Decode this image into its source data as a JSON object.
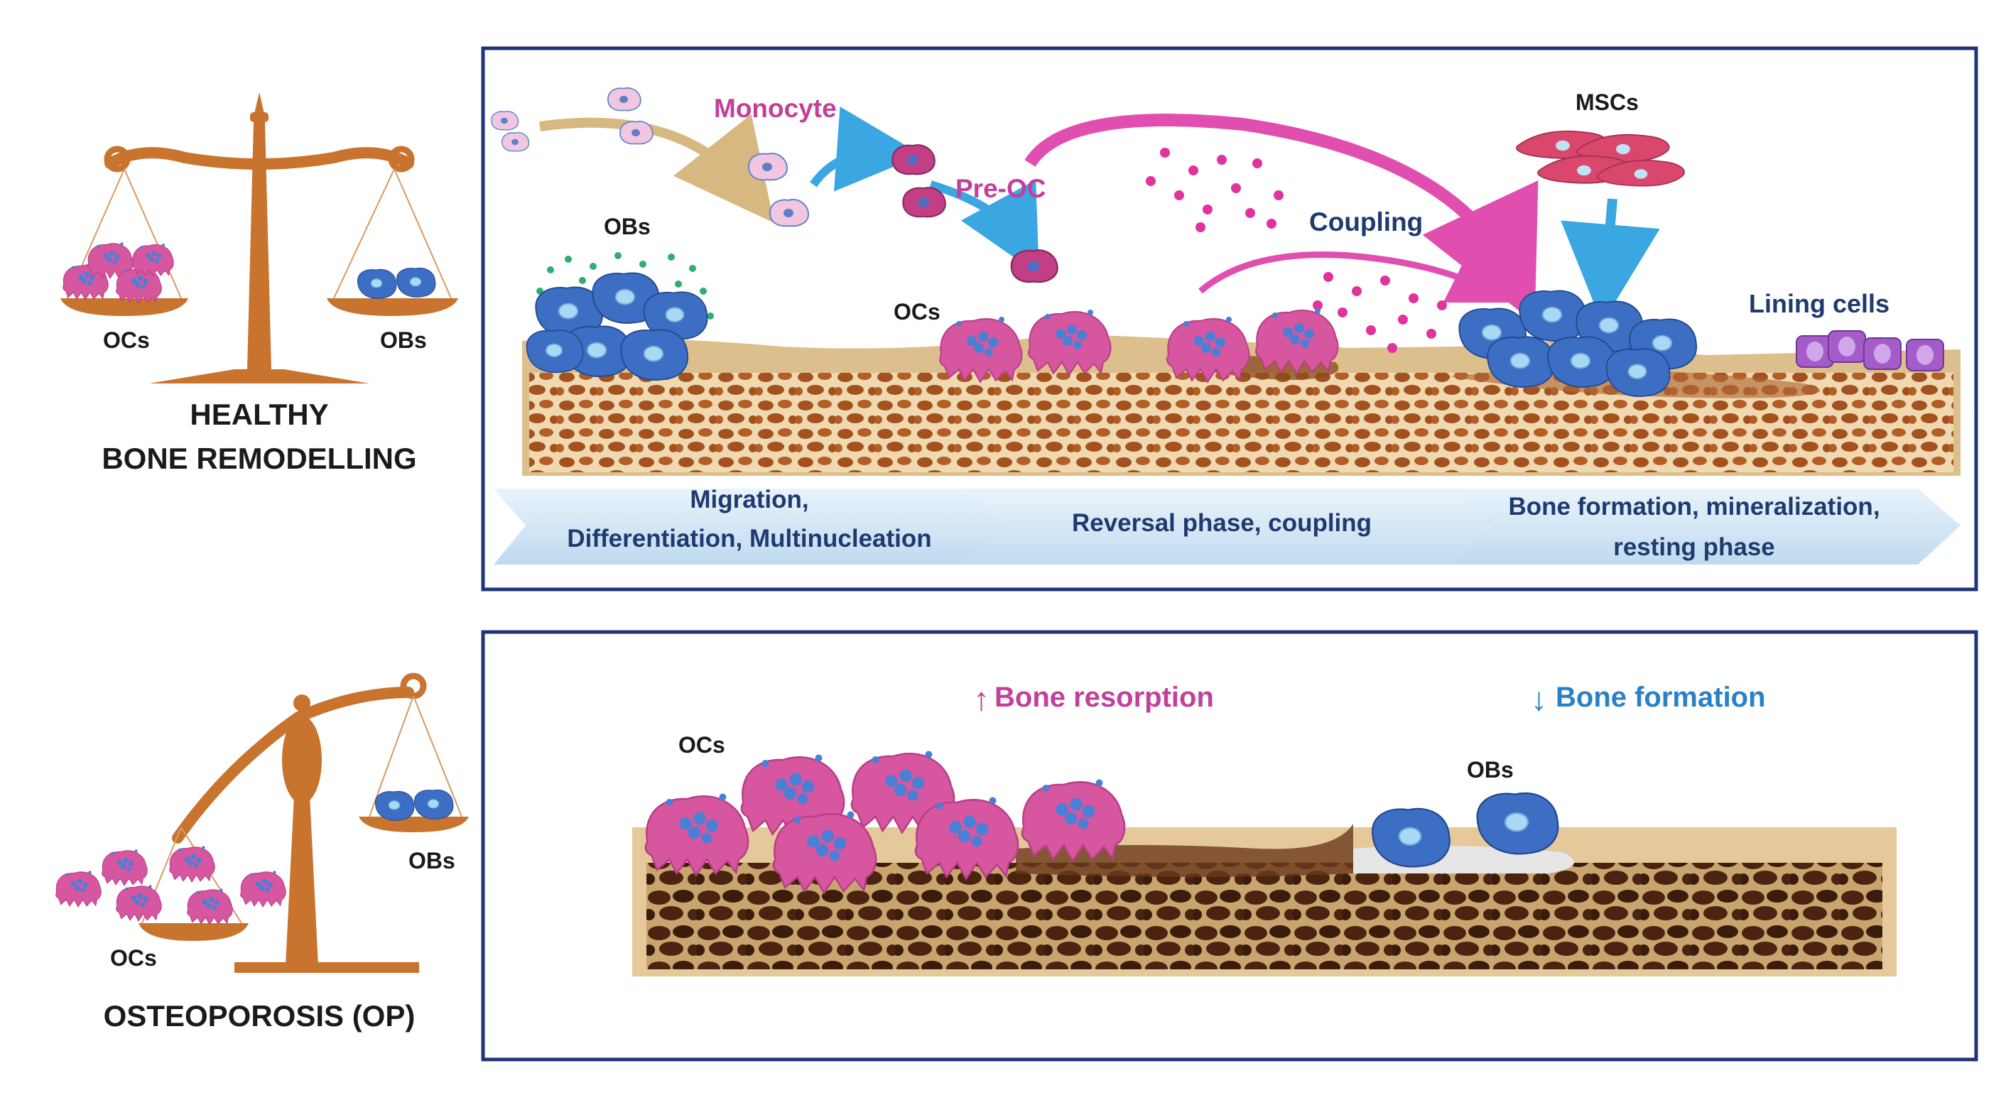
{
  "healthy": {
    "title_line1": "HEALTHY",
    "title_line2": "BONE REMODELLING",
    "scale_left_label": "OCs",
    "scale_right_label": "OBs"
  },
  "osteoporosis": {
    "title": "OSTEOPOROSIS (OP)",
    "scale_left_label": "OCs",
    "scale_right_label": "OBs"
  },
  "remodelling_panel": {
    "labels": {
      "monocyte": "Monocyte",
      "pre_oc": "Pre-OC",
      "obs": "OBs",
      "ocs": "OCs",
      "coupling": "Coupling",
      "mscs": "MSCs",
      "lining_cells": "Lining cells"
    },
    "phases": [
      {
        "line1": "Migration,",
        "line2": "Differentiation,  Multinucleation"
      },
      {
        "line1": "Reversal phase, coupling",
        "line2": ""
      },
      {
        "line1": "Bone formation, mineralization,",
        "line2": "resting phase"
      }
    ]
  },
  "op_panel": {
    "resorption_arrow": "↑",
    "resorption_label": "Bone resorption",
    "formation_arrow": "↓",
    "formation_label": "Bone formation",
    "ocs_label": "OCs",
    "obs_label": "OBs"
  },
  "colors": {
    "frame": "#1f3477",
    "scale": "#c8742f",
    "osteoclast": "#d6569f",
    "osteoblast": "#3c6fc4",
    "bone_tan": "#dcbf8c",
    "bone_pore": "#a3521f",
    "op_pore": "#4a2410",
    "magenta_arrow": "#e04fb0",
    "blue_arrow": "#3aa7e3"
  }
}
